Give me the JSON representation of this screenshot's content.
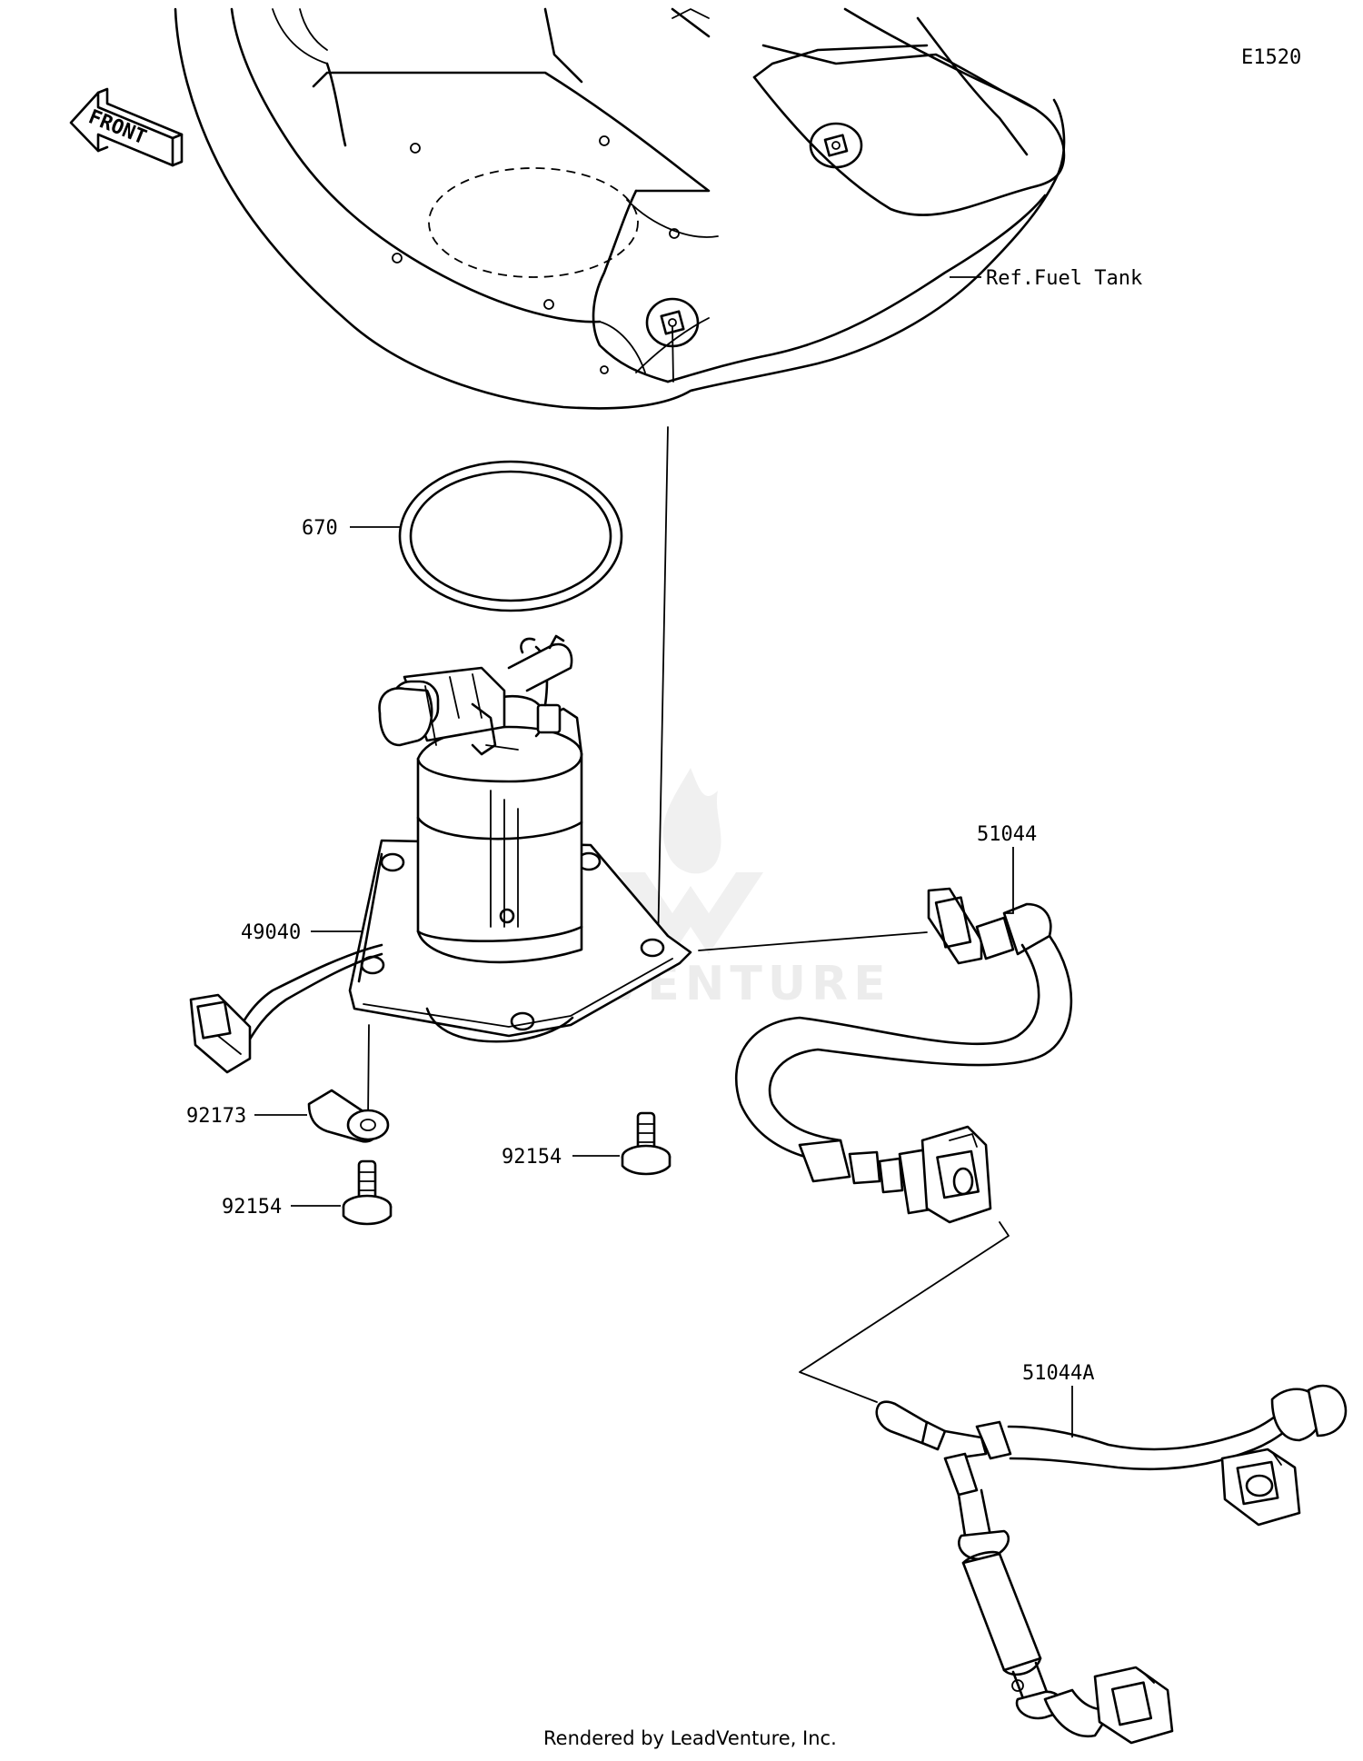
{
  "diagram": {
    "code": "E1520",
    "front_label": "FRONT",
    "ref_label": "Ref.Fuel Tank",
    "watermark": "LEADVENTURE",
    "credit": "Rendered by LeadVenture, Inc."
  },
  "parts": [
    {
      "number": "670"
    },
    {
      "number": "49040"
    },
    {
      "number": "92173"
    },
    {
      "number": "92154"
    },
    {
      "number": "92154"
    },
    {
      "number": "51044"
    },
    {
      "number": "51044A"
    }
  ]
}
